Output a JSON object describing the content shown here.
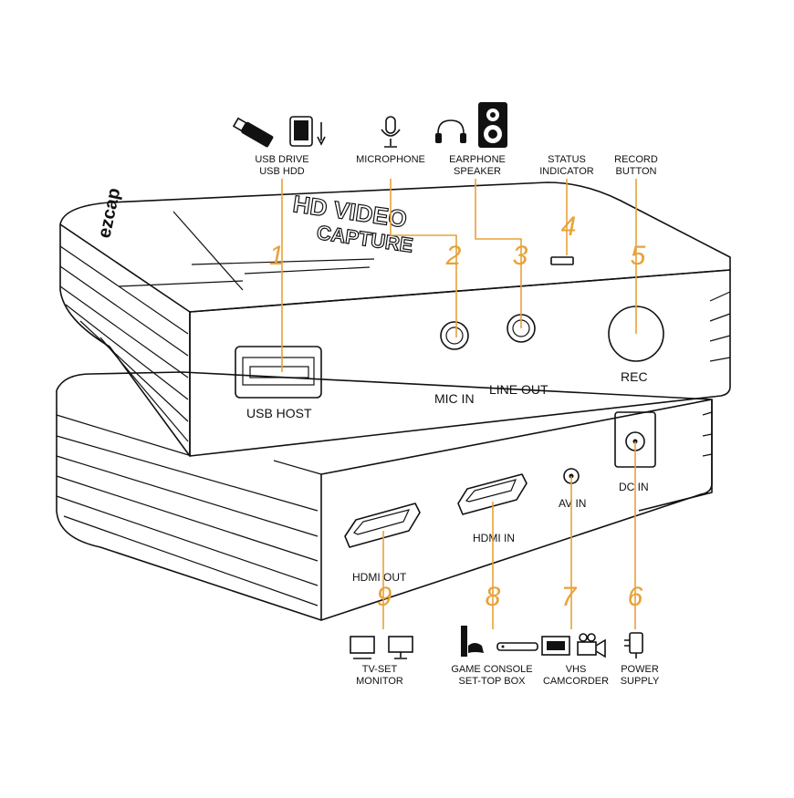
{
  "brand": "ezcap",
  "product_title": {
    "line1": "HD VIDEO",
    "line2": "CAPTURE"
  },
  "accent_color": "#e8a23a",
  "callouts": [
    {
      "number": "1",
      "label_lines": [
        "USB DRIVE",
        "USB HDD"
      ],
      "icons": [
        "usb-drive-icon",
        "usb-hdd-icon"
      ]
    },
    {
      "number": "2",
      "label_lines": [
        "MICROPHONE"
      ],
      "icons": [
        "microphone-icon"
      ]
    },
    {
      "number": "3",
      "label_lines": [
        "EARPHONE",
        "SPEAKER"
      ],
      "icons": [
        "earphone-icon",
        "speaker-icon"
      ]
    },
    {
      "number": "4",
      "label_lines": [
        "STATUS",
        "INDICATOR"
      ],
      "icons": []
    },
    {
      "number": "5",
      "label_lines": [
        "RECORD",
        "BUTTON"
      ],
      "icons": []
    },
    {
      "number": "6",
      "label_lines": [
        "POWER",
        "SUPPLY"
      ],
      "icons": [
        "power-adapter-icon"
      ]
    },
    {
      "number": "7",
      "label_lines": [
        "VHS",
        "CAMCORDER"
      ],
      "icons": [
        "vhs-tape-icon",
        "camcorder-icon"
      ]
    },
    {
      "number": "8",
      "label_lines": [
        "GAME CONSOLE",
        "SET-TOP BOX"
      ],
      "icons": [
        "game-console-icon",
        "set-top-box-icon"
      ]
    },
    {
      "number": "9",
      "label_lines": [
        "TV-SET",
        "MONITOR"
      ],
      "icons": [
        "tv-icon",
        "monitor-icon"
      ]
    }
  ],
  "port_labels": {
    "usb_host": "USB HOST",
    "mic_in": "MIC IN",
    "line_out": "LINE OUT",
    "rec": "REC",
    "hdmi_out": "HDMI  OUT",
    "hdmi_in": "HDMI IN",
    "av_in": "AV IN",
    "dc_in": "DC IN"
  }
}
